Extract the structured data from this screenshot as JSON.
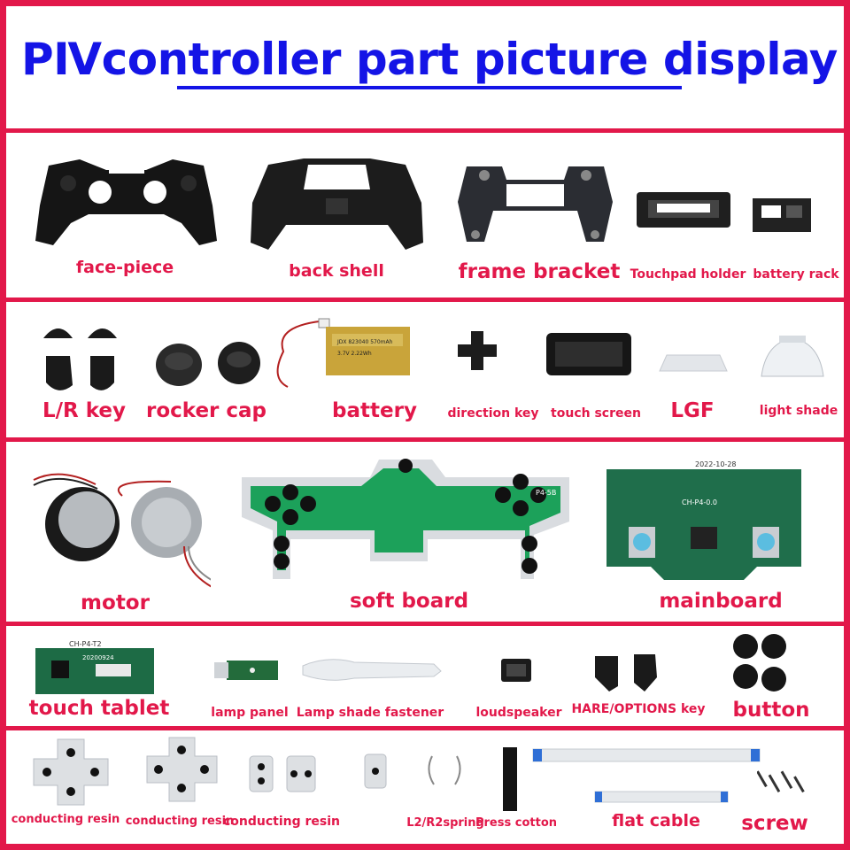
{
  "title": "PⅣcontroller part picture display",
  "colors": {
    "accent": "#e2184a",
    "title": "#1414e6"
  },
  "rows": [
    {
      "labels": {
        "face_piece": "face-piece",
        "back_shell": "back shell",
        "frame_bracket": "frame bracket",
        "touchpad_holder": "Touchpad holder",
        "battery_rack": "battery rack"
      }
    },
    {
      "labels": {
        "lr_key": "L/R key",
        "rocker_cap": "rocker cap",
        "battery": "battery",
        "direction_key": "direction key",
        "touch_screen": "touch screen",
        "lgf": "LGF",
        "light_shade": "light shade"
      }
    },
    {
      "labels": {
        "motor": "motor",
        "soft_board": "soft board",
        "mainboard": "mainboard"
      }
    },
    {
      "labels": {
        "touch_tablet": "touch tablet",
        "lamp_panel": "lamp panel",
        "lamp_shade_fastener": "Lamp shade fastener",
        "loudspeaker": "loudspeaker",
        "share_options_key": "HARE/OPTIONS key",
        "button": "button"
      }
    },
    {
      "labels": {
        "conducting_resin_1": "conducting resin",
        "conducting_resin_2": "conducting resin",
        "conducting_resin_3": "conducting resin",
        "l2r2_spring": "L2/R2spring",
        "press_cotton": "Press cotton",
        "flat_cable": "flat cable",
        "screw": "screw"
      }
    }
  ],
  "printed_text": {
    "battery_label": "JDX 823040 570mAh",
    "battery_label_2": "3.7V 2.22Wh",
    "soft_board_mark": "P4-5B",
    "mainboard_date": "2022-10-28",
    "mainboard_model": "CH-P4-0.0",
    "touch_tablet_model": "CH-P4-T2",
    "touch_tablet_date": "20200924"
  }
}
